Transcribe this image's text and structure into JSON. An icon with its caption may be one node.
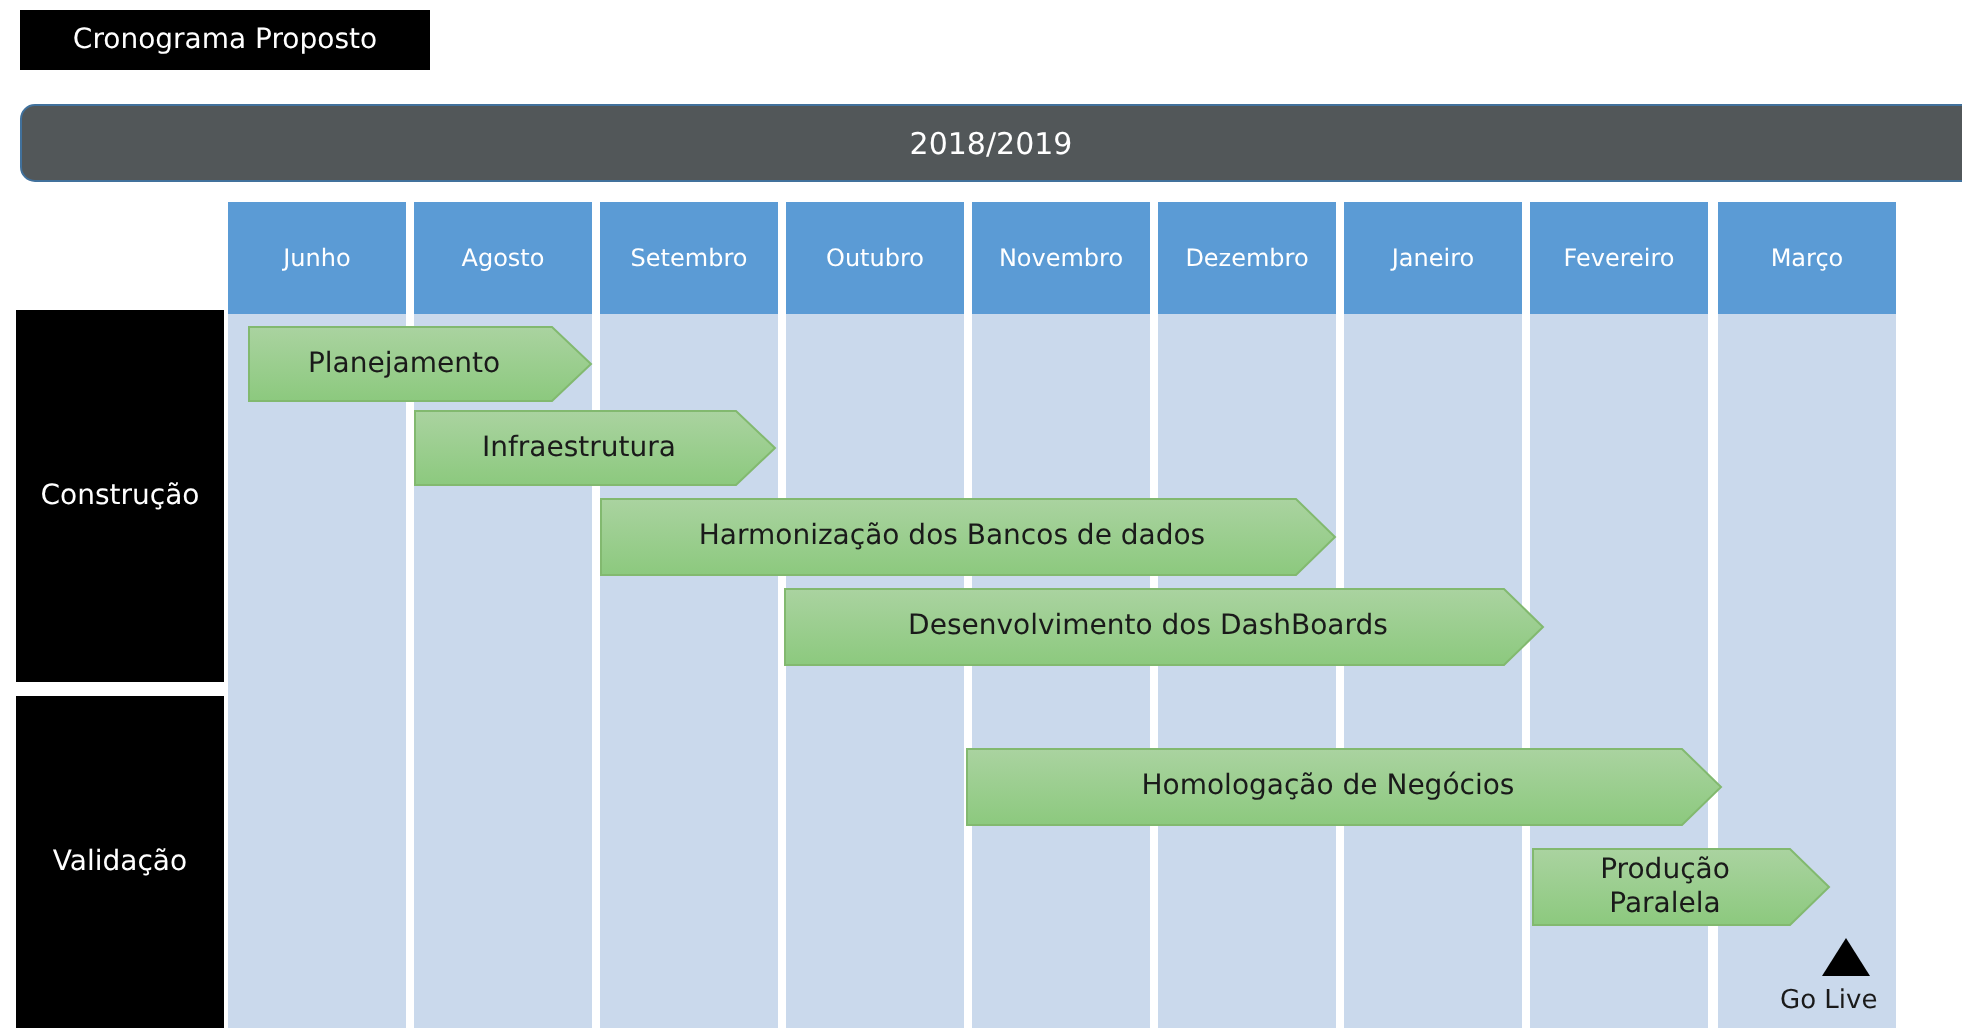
{
  "diagram": {
    "title": "Cronograma Proposto",
    "nodes": [
      {
        "text": [
          "2018/2019"
        ]
      },
      {
        "text": [
          "Junho"
        ]
      },
      {
        "text": [
          "Agosto"
        ]
      },
      {
        "text": [
          "Setembro"
        ]
      },
      {
        "text": [
          "Outubro"
        ]
      },
      {
        "text": [
          "Novembro"
        ]
      },
      {
        "text": [
          "Dezembro"
        ]
      },
      {
        "text": [
          "Janeiro"
        ]
      },
      {
        "text": [
          "Fevereiro"
        ]
      },
      {
        "text": [
          "Março"
        ]
      },
      {
        "text": [
          "Construção"
        ]
      },
      {
        "text": [
          "Planejamento"
        ]
      },
      {
        "text": [
          "Infraestrutura"
        ]
      },
      {
        "text": [
          "Harmonização dos Bancos de dados"
        ]
      },
      {
        "text": [
          "Desenvolvimento dos DashBoards"
        ]
      },
      {
        "text": [
          "Validação"
        ]
      },
      {
        "text": [
          "Homologação de Negócios"
        ]
      },
      {
        "text": [
          "Produção Paralela"
        ]
      }
    ],
    "edges": [],
    "labels": [
      "Go Live"
    ]
  }
}
